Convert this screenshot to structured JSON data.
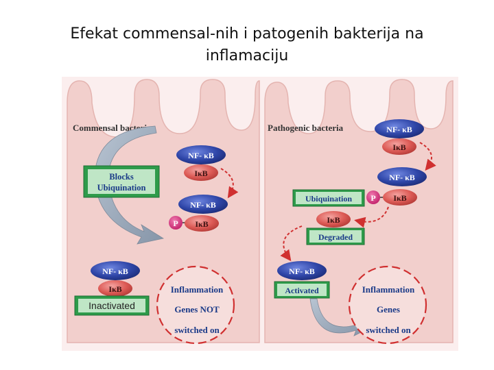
{
  "title": {
    "line1": "Efekat commensal-nih i patogenih bakterija na",
    "line2": "inflamaciju"
  },
  "colors": {
    "cell_fill": "#f2cfcc",
    "cell_edge": "#e4b4b0",
    "nfkb_blue": "#2f46a8",
    "ikb_red": "#d9534f",
    "p_magenta": "#d6307a",
    "green_box": "#2e9b4a",
    "arrow_gray": "#9aa8b8",
    "dashed_red": "#d03030"
  },
  "left_panel": {
    "heading": "Commensal bacteria",
    "blocks_line1": "Blocks",
    "blocks_line2": "Ubiquination",
    "complex1_nfkb": "NF- κB",
    "complex1_ikb": "IκB",
    "complex2_nfkb": "NF- κB",
    "complex2_p": "P",
    "complex2_ikb": "IκB",
    "complex3_nfkb": "NF- κB",
    "complex3_ikb": "IκB",
    "inactivated": "Inactivated",
    "genes_line1": "Inflammation",
    "genes_line2": "Genes NOT",
    "genes_line3": "switched on"
  },
  "right_panel": {
    "heading": "Pathogenic bacteria",
    "complex1_nfkb": "NF- κB",
    "complex1_ikb": "IκB",
    "complex2_nfkb": "NF- κB",
    "complex2_p": "P",
    "complex2_ikb": "IκB",
    "ubiquination": "Ubiquination",
    "ikb_free": "IκB",
    "degraded": "Degraded",
    "nfkb_free": "NF- κB",
    "activated": "Activated",
    "genes_line1": "Inflammation",
    "genes_line2": "Genes",
    "genes_line3": "switched on"
  }
}
